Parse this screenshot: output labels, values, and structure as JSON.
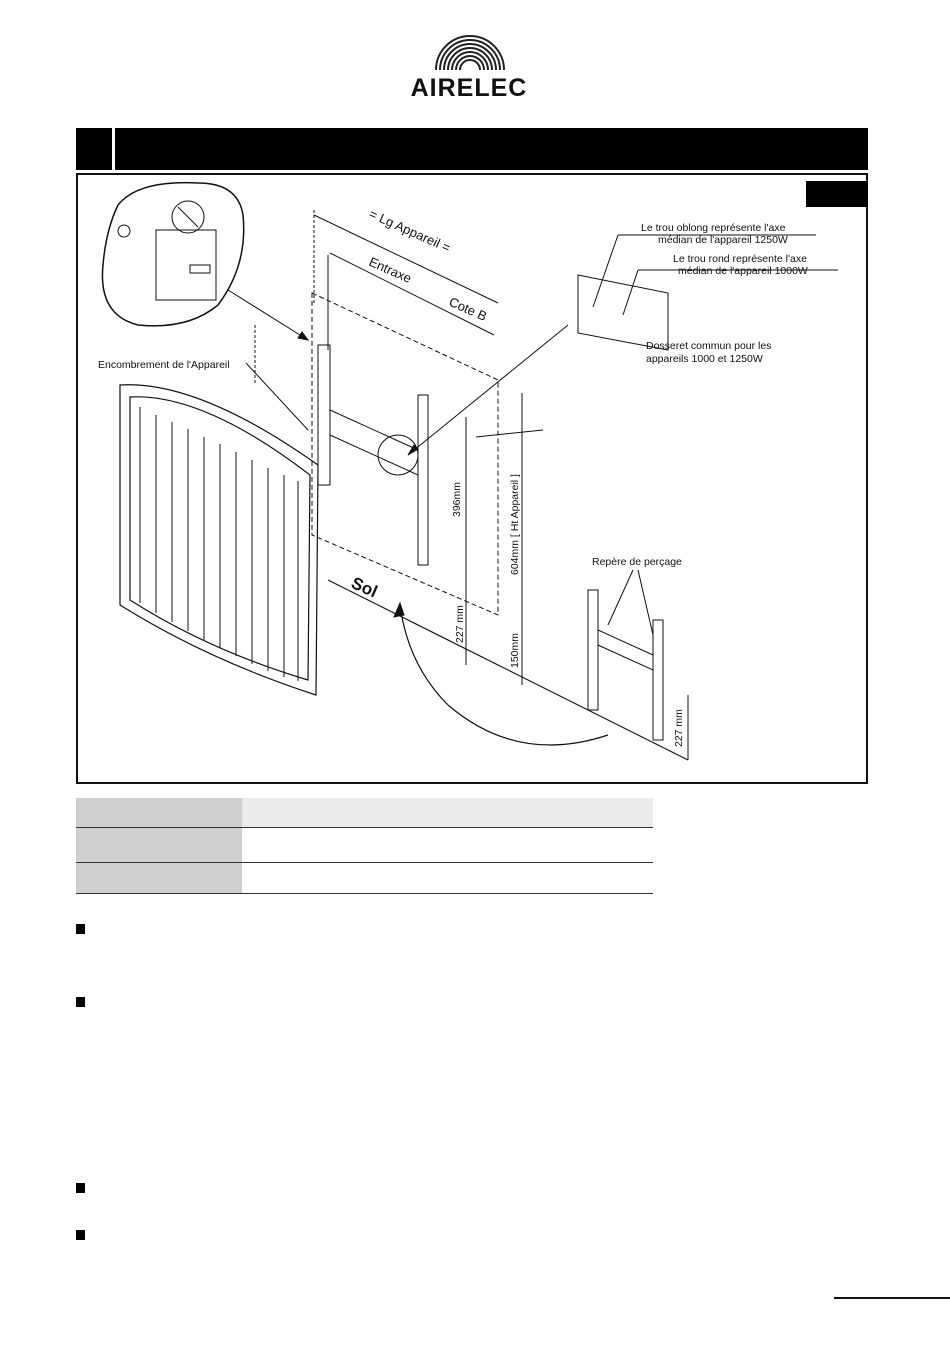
{
  "brand": {
    "name": "AIRELEC"
  },
  "figure": {
    "labels": {
      "encombrement": "Encombrement de l'Appareil",
      "lg_appareil": "=  Lg  Appareil  =",
      "entraxe": "Entraxe",
      "cote_b": "Cote B",
      "trou_oblong_1": "Le trou oblong représente l'axe",
      "trou_oblong_2": "médian de l'appareil 1250W",
      "trou_rond_1": "Le trou rond représente l'axe",
      "trou_rond_2": "médian de l'appareil 1000W",
      "dosseret_1": "Dosseret commun pour les",
      "dosseret_2": "appareils 1000 et 1250W",
      "dim_396": "396mm",
      "dim_604": "604mm [ Ht Appareil ]",
      "dim_227": "227 mm",
      "dim_150": "150mm",
      "sol": "Sol",
      "repere": "Repère de perçage",
      "dim_227_right": "227 mm"
    }
  },
  "table": {
    "rows": [
      {
        "key": "",
        "value": ""
      },
      {
        "key": "",
        "value": ""
      },
      {
        "key": "",
        "value": ""
      }
    ]
  },
  "bullets": [
    {
      "text": ""
    },
    {
      "text": ""
    },
    {
      "text": ""
    },
    {
      "text": ""
    }
  ],
  "colors": {
    "ink": "#111111",
    "header_black": "#000000",
    "table_key_gray": "#cfcfcf",
    "table_head_gray": "#ececec"
  }
}
